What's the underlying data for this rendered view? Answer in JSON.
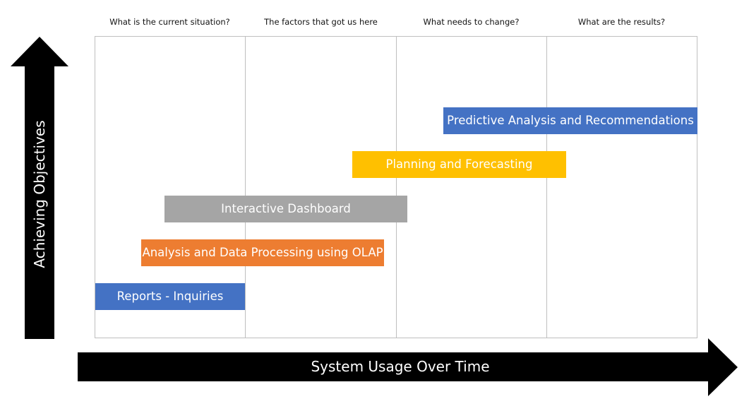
{
  "columns": [
    "What is the current situation?",
    "The factors that got us here",
    "What needs to change?",
    "What are the results?"
  ],
  "bars": [
    {
      "label": "Predictive Analysis and Recommendations",
      "color": "#4472c4"
    },
    {
      "label": "Planning and Forecasting",
      "color": "#ffc000"
    },
    {
      "label": "Interactive Dashboard",
      "color": "#a5a5a5"
    },
    {
      "label": "Analysis and Data Processing using OLAP",
      "color": "#ed7d31"
    },
    {
      "label": "Reports - Inquiries",
      "color": "#4472c4"
    }
  ],
  "axes": {
    "y_label": "Achieving Objectives",
    "x_label": "System Usage Over Time",
    "arrow_color": "#000000",
    "grid_color": "#bfbfbf"
  }
}
